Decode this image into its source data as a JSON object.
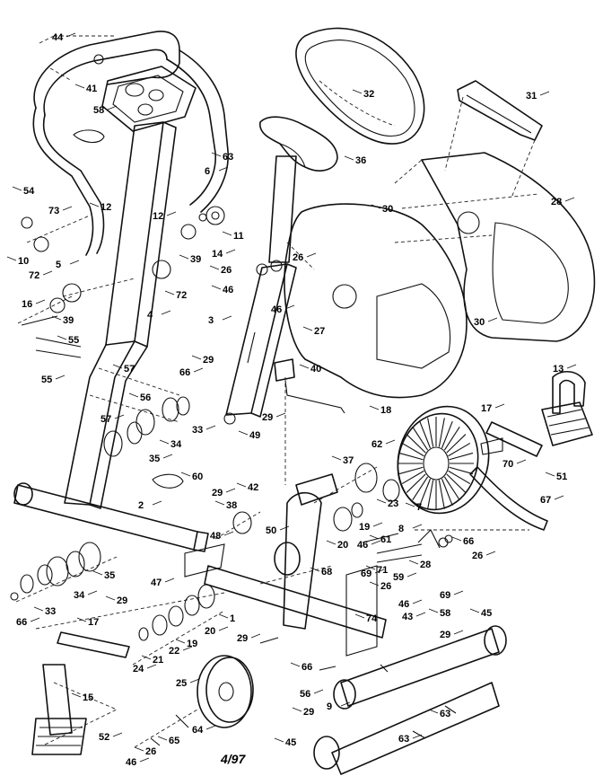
{
  "diagram": {
    "footer_text": "4/97",
    "callouts": [
      {
        "id": "c44a",
        "text": "44"
      },
      {
        "id": "c41",
        "text": "41"
      },
      {
        "id": "c58a",
        "text": "58"
      },
      {
        "id": "c32",
        "text": "32"
      },
      {
        "id": "c31",
        "text": "31"
      },
      {
        "id": "c36",
        "text": "36"
      },
      {
        "id": "c28",
        "text": "28"
      },
      {
        "id": "c30a",
        "text": "30"
      },
      {
        "id": "c30b",
        "text": "30"
      },
      {
        "id": "c63a",
        "text": "63"
      },
      {
        "id": "c6",
        "text": "6"
      },
      {
        "id": "c54",
        "text": "54"
      },
      {
        "id": "c73",
        "text": "73"
      },
      {
        "id": "c10",
        "text": "10"
      },
      {
        "id": "c5",
        "text": "5"
      },
      {
        "id": "c12a",
        "text": "12"
      },
      {
        "id": "c12b",
        "text": "12"
      },
      {
        "id": "c11",
        "text": "11"
      },
      {
        "id": "c14",
        "text": "14"
      },
      {
        "id": "c39a",
        "text": "39"
      },
      {
        "id": "c72a",
        "text": "72"
      },
      {
        "id": "c72b",
        "text": "72"
      },
      {
        "id": "c16",
        "text": "16"
      },
      {
        "id": "c39b",
        "text": "39"
      },
      {
        "id": "c4",
        "text": "4"
      },
      {
        "id": "c26a",
        "text": "26"
      },
      {
        "id": "c26b",
        "text": "26"
      },
      {
        "id": "c46a",
        "text": "46"
      },
      {
        "id": "c46b",
        "text": "46"
      },
      {
        "id": "c27",
        "text": "27"
      },
      {
        "id": "c3",
        "text": "3"
      },
      {
        "id": "c55a",
        "text": "55"
      },
      {
        "id": "c55b",
        "text": "55"
      },
      {
        "id": "c57a",
        "text": "57"
      },
      {
        "id": "c57b",
        "text": "57"
      },
      {
        "id": "c56a",
        "text": "56"
      },
      {
        "id": "c66a",
        "text": "66"
      },
      {
        "id": "c29a",
        "text": "29"
      },
      {
        "id": "c29b",
        "text": "29"
      },
      {
        "id": "c40",
        "text": "40"
      },
      {
        "id": "c13",
        "text": "13"
      },
      {
        "id": "c49",
        "text": "49"
      },
      {
        "id": "c33a",
        "text": "33"
      },
      {
        "id": "c34a",
        "text": "34"
      },
      {
        "id": "c35a",
        "text": "35"
      },
      {
        "id": "c18",
        "text": "18"
      },
      {
        "id": "c17a",
        "text": "17"
      },
      {
        "id": "c60",
        "text": "60"
      },
      {
        "id": "c62",
        "text": "62"
      },
      {
        "id": "c37",
        "text": "37"
      },
      {
        "id": "c70",
        "text": "70"
      },
      {
        "id": "c51",
        "text": "51"
      },
      {
        "id": "c2",
        "text": "2"
      },
      {
        "id": "c42",
        "text": "42"
      },
      {
        "id": "c29c",
        "text": "29"
      },
      {
        "id": "c38",
        "text": "38"
      },
      {
        "id": "c50",
        "text": "50"
      },
      {
        "id": "c23",
        "text": "23"
      },
      {
        "id": "c67",
        "text": "67"
      },
      {
        "id": "c7",
        "text": "7"
      },
      {
        "id": "c19a",
        "text": "19"
      },
      {
        "id": "c61",
        "text": "61"
      },
      {
        "id": "c8",
        "text": "8"
      },
      {
        "id": "c35b",
        "text": "35"
      },
      {
        "id": "c48",
        "text": "48"
      },
      {
        "id": "c20a",
        "text": "20"
      },
      {
        "id": "c46c",
        "text": "46"
      },
      {
        "id": "c66b",
        "text": "66"
      },
      {
        "id": "c26c",
        "text": "26"
      },
      {
        "id": "c29d",
        "text": "29"
      },
      {
        "id": "c47",
        "text": "47"
      },
      {
        "id": "c68",
        "text": "68"
      },
      {
        "id": "c69a",
        "text": "69"
      },
      {
        "id": "c71",
        "text": "71"
      },
      {
        "id": "c59",
        "text": "59"
      },
      {
        "id": "c28b",
        "text": "28"
      },
      {
        "id": "c34b",
        "text": "34"
      },
      {
        "id": "c26d",
        "text": "26"
      },
      {
        "id": "c46d",
        "text": "46"
      },
      {
        "id": "c1",
        "text": "1"
      },
      {
        "id": "c66c",
        "text": "66"
      },
      {
        "id": "c33b",
        "text": "33"
      },
      {
        "id": "c20b",
        "text": "20"
      },
      {
        "id": "c19b",
        "text": "19"
      },
      {
        "id": "c22",
        "text": "22"
      },
      {
        "id": "c21",
        "text": "21"
      },
      {
        "id": "c24",
        "text": "24"
      },
      {
        "id": "c17b",
        "text": "17"
      },
      {
        "id": "c69b",
        "text": "69"
      },
      {
        "id": "c74",
        "text": "74"
      },
      {
        "id": "c43",
        "text": "43"
      },
      {
        "id": "c58b",
        "text": "58"
      },
      {
        "id": "c29e",
        "text": "29"
      },
      {
        "id": "c45a",
        "text": "45"
      },
      {
        "id": "c29f",
        "text": "29"
      },
      {
        "id": "c66d",
        "text": "66"
      },
      {
        "id": "c56b",
        "text": "56"
      },
      {
        "id": "c29g",
        "text": "29"
      },
      {
        "id": "c9",
        "text": "9"
      },
      {
        "id": "c63b",
        "text": "63"
      },
      {
        "id": "c25",
        "text": "25"
      },
      {
        "id": "c15",
        "text": "15"
      },
      {
        "id": "c64",
        "text": "64"
      },
      {
        "id": "c65",
        "text": "65"
      },
      {
        "id": "c52",
        "text": "52"
      },
      {
        "id": "c26e",
        "text": "26"
      },
      {
        "id": "c46e",
        "text": "46"
      },
      {
        "id": "c45b",
        "text": "45"
      },
      {
        "id": "c63c",
        "text": "63"
      }
    ]
  }
}
